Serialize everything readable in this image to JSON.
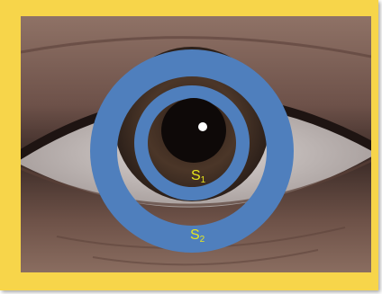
{
  "labels": {
    "s1": {
      "main": "S",
      "sub": "1"
    },
    "s2": {
      "main": "S",
      "sub": "2"
    }
  },
  "colors": {
    "frame": "#f7d54a",
    "rings": "#4f7fbd",
    "label": "#e6e61e"
  }
}
